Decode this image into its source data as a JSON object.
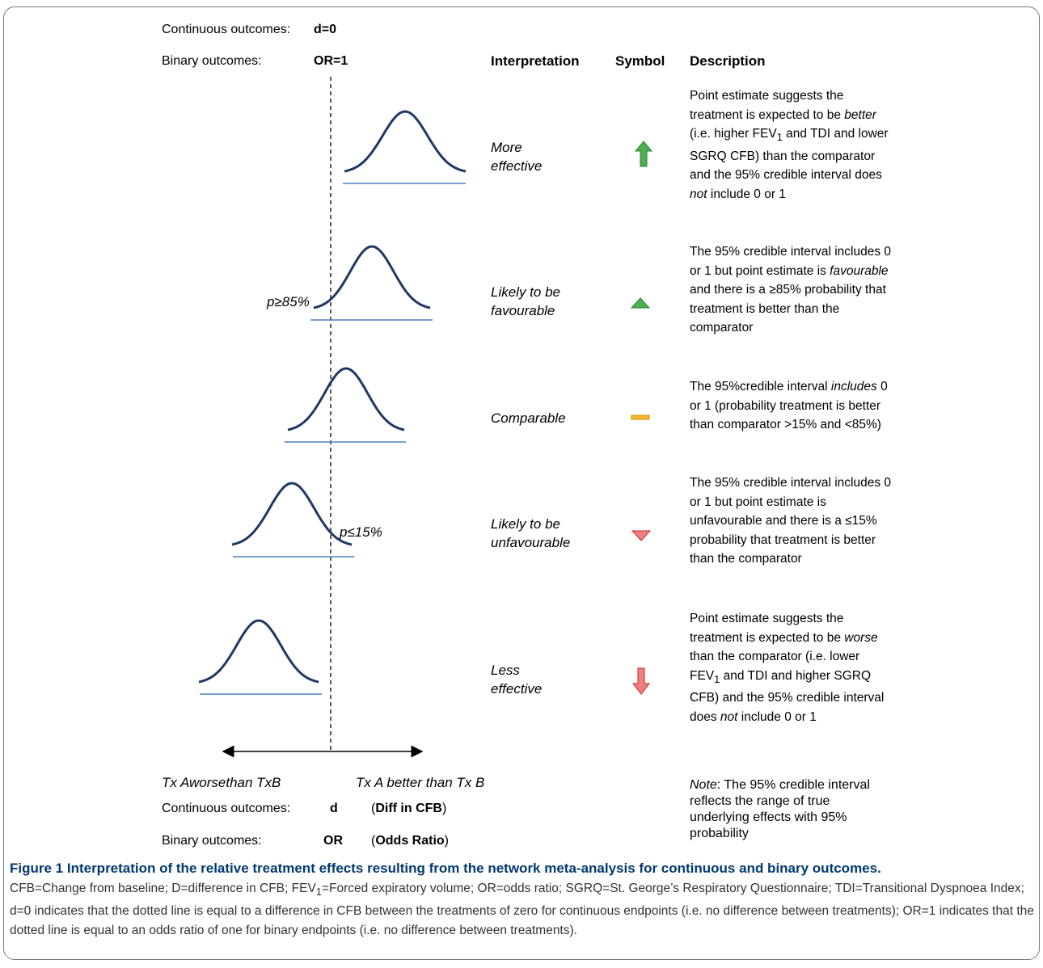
{
  "header": {
    "continuous_label": "Continuous outcomes:",
    "continuous_value": "d=0",
    "binary_label": "Binary outcomes:",
    "binary_value": "OR=1"
  },
  "columns": {
    "interpretation": "Interpretation",
    "symbol": "Symbol",
    "description": "Description"
  },
  "rows": [
    {
      "interpretation": [
        "More",
        "effective"
      ],
      "symbol": "green-up-arrow-icon",
      "description_html": "Point estimate suggests the treatment is expected to be <i>better</i> (i.e. higher FEV<sub>1</sub> and TDI and lower SGRQ CFB) than the comparator and the 95% credible interval does <i>not</i> include 0 or 1"
    },
    {
      "interpretation": [
        "Likely to be",
        "favourable"
      ],
      "symbol": "green-triangle-up-icon",
      "description_html": "The 95% credible interval includes 0 or 1 but point estimate is <i>favourable</i> and there is a ≥85% probability that treatment is better than the comparator"
    },
    {
      "interpretation": [
        "Comparable"
      ],
      "symbol": "orange-dash-icon",
      "description_html": "The 95%credible interval <i>includes</i> 0 or 1 (probability treatment is better than comparator &gt;15% and &lt;85%)"
    },
    {
      "interpretation": [
        "Likely to be",
        "unfavourable"
      ],
      "symbol": "red-triangle-down-icon",
      "description_html": "The 95% credible interval includes 0 or 1 but point estimate is unfavourable and there is a ≤15% probability that treatment is better than the comparator"
    },
    {
      "interpretation": [
        "Less",
        "effective"
      ],
      "symbol": "red-down-arrow-icon",
      "description_html": "Point estimate suggests the treatment is expected to be <i>worse</i> than the comparator (i.e. lower FEV<sub>1</sub> and TDI and higher SGRQ CFB) and the 95% credible interval does <i>not</i> include 0 or 1"
    }
  ],
  "probabilities": {
    "favourable": "p≥85%",
    "unfavourable": "p≤15%"
  },
  "axis": {
    "left_label": "Tx Aworsethan TxB",
    "right_label": "Tx A better than Tx B",
    "continuous_label": "Continuous outcomes:",
    "continuous_symbol": "d",
    "continuous_desc": "Diff in CFB",
    "binary_label": "Binary outcomes:",
    "binary_symbol": "OR",
    "binary_desc": "Odds Ratio"
  },
  "note": {
    "label": "Note",
    "text": ": The 95% credible interval reflects the range of true underlying effects with 95% probability"
  },
  "caption": {
    "title": "Figure 1 Interpretation of the relative treatment effects resulting from the network meta-analysis for continuous and binary outcomes.",
    "body_html": "CFB=Change from baseline; D=difference in CFB; FEV<sub>1</sub>=Forced expiratory volume; OR=odds ratio; SGRQ=St. George’s Respiratory Questionnaire; TDI=Transitional Dyspnoea Index; d=0 indicates that the dotted line is equal to a difference in CFB between the treatments of zero for continuous endpoints (i.e. no difference between treatments); OR=1 indicates that the dotted line is equal to an odds ratio of one for binary endpoints (i.e. no difference between treatments)."
  },
  "colors": {
    "curve": "#1f3864",
    "baseline": "#4a7fc1",
    "green": "#4caf50",
    "orange": "#f0a020",
    "red": "#e05050",
    "caption_title": "#003a70"
  }
}
